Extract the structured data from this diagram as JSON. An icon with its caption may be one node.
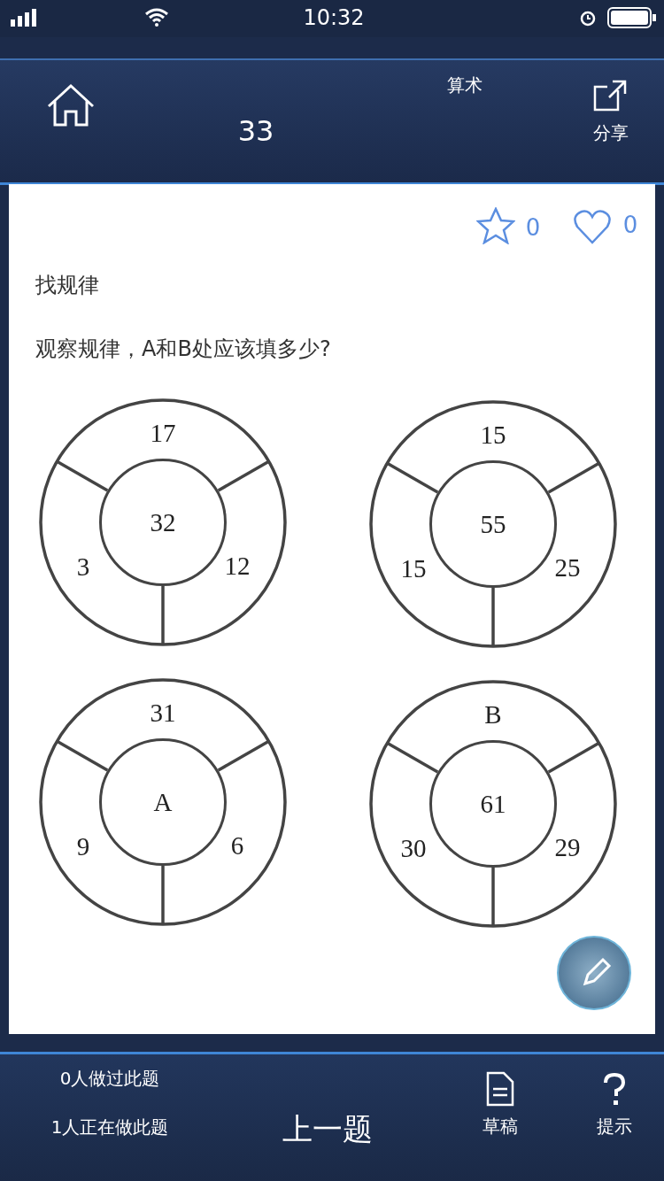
{
  "diagram": {
    "nodes": [
      {
        "text": [
          "17",
          "3",
          "12"
        ]
      },
      {
        "text": [
          "32"
        ],
        "in": 0
      },
      {
        "text": [
          "15",
          "15",
          "25"
        ]
      },
      {
        "text": [
          "55"
        ],
        "in": 2
      },
      {
        "text": [
          "31",
          "9",
          "6"
        ]
      },
      {
        "text": [
          "A"
        ],
        "in": 4
      },
      {
        "text": [
          "B",
          "30",
          "29"
        ]
      },
      {
        "text": [
          "61"
        ],
        "in": 6
      }
    ],
    "labels": [
      "10:32",
      "算术",
      "33",
      "分享",
      "0",
      "0",
      "找规律",
      "观察规律，A和B处应该填多少?",
      "0人做过此题",
      "1人正在做此题",
      "上一题",
      "草稿",
      "提示"
    ]
  }
}
